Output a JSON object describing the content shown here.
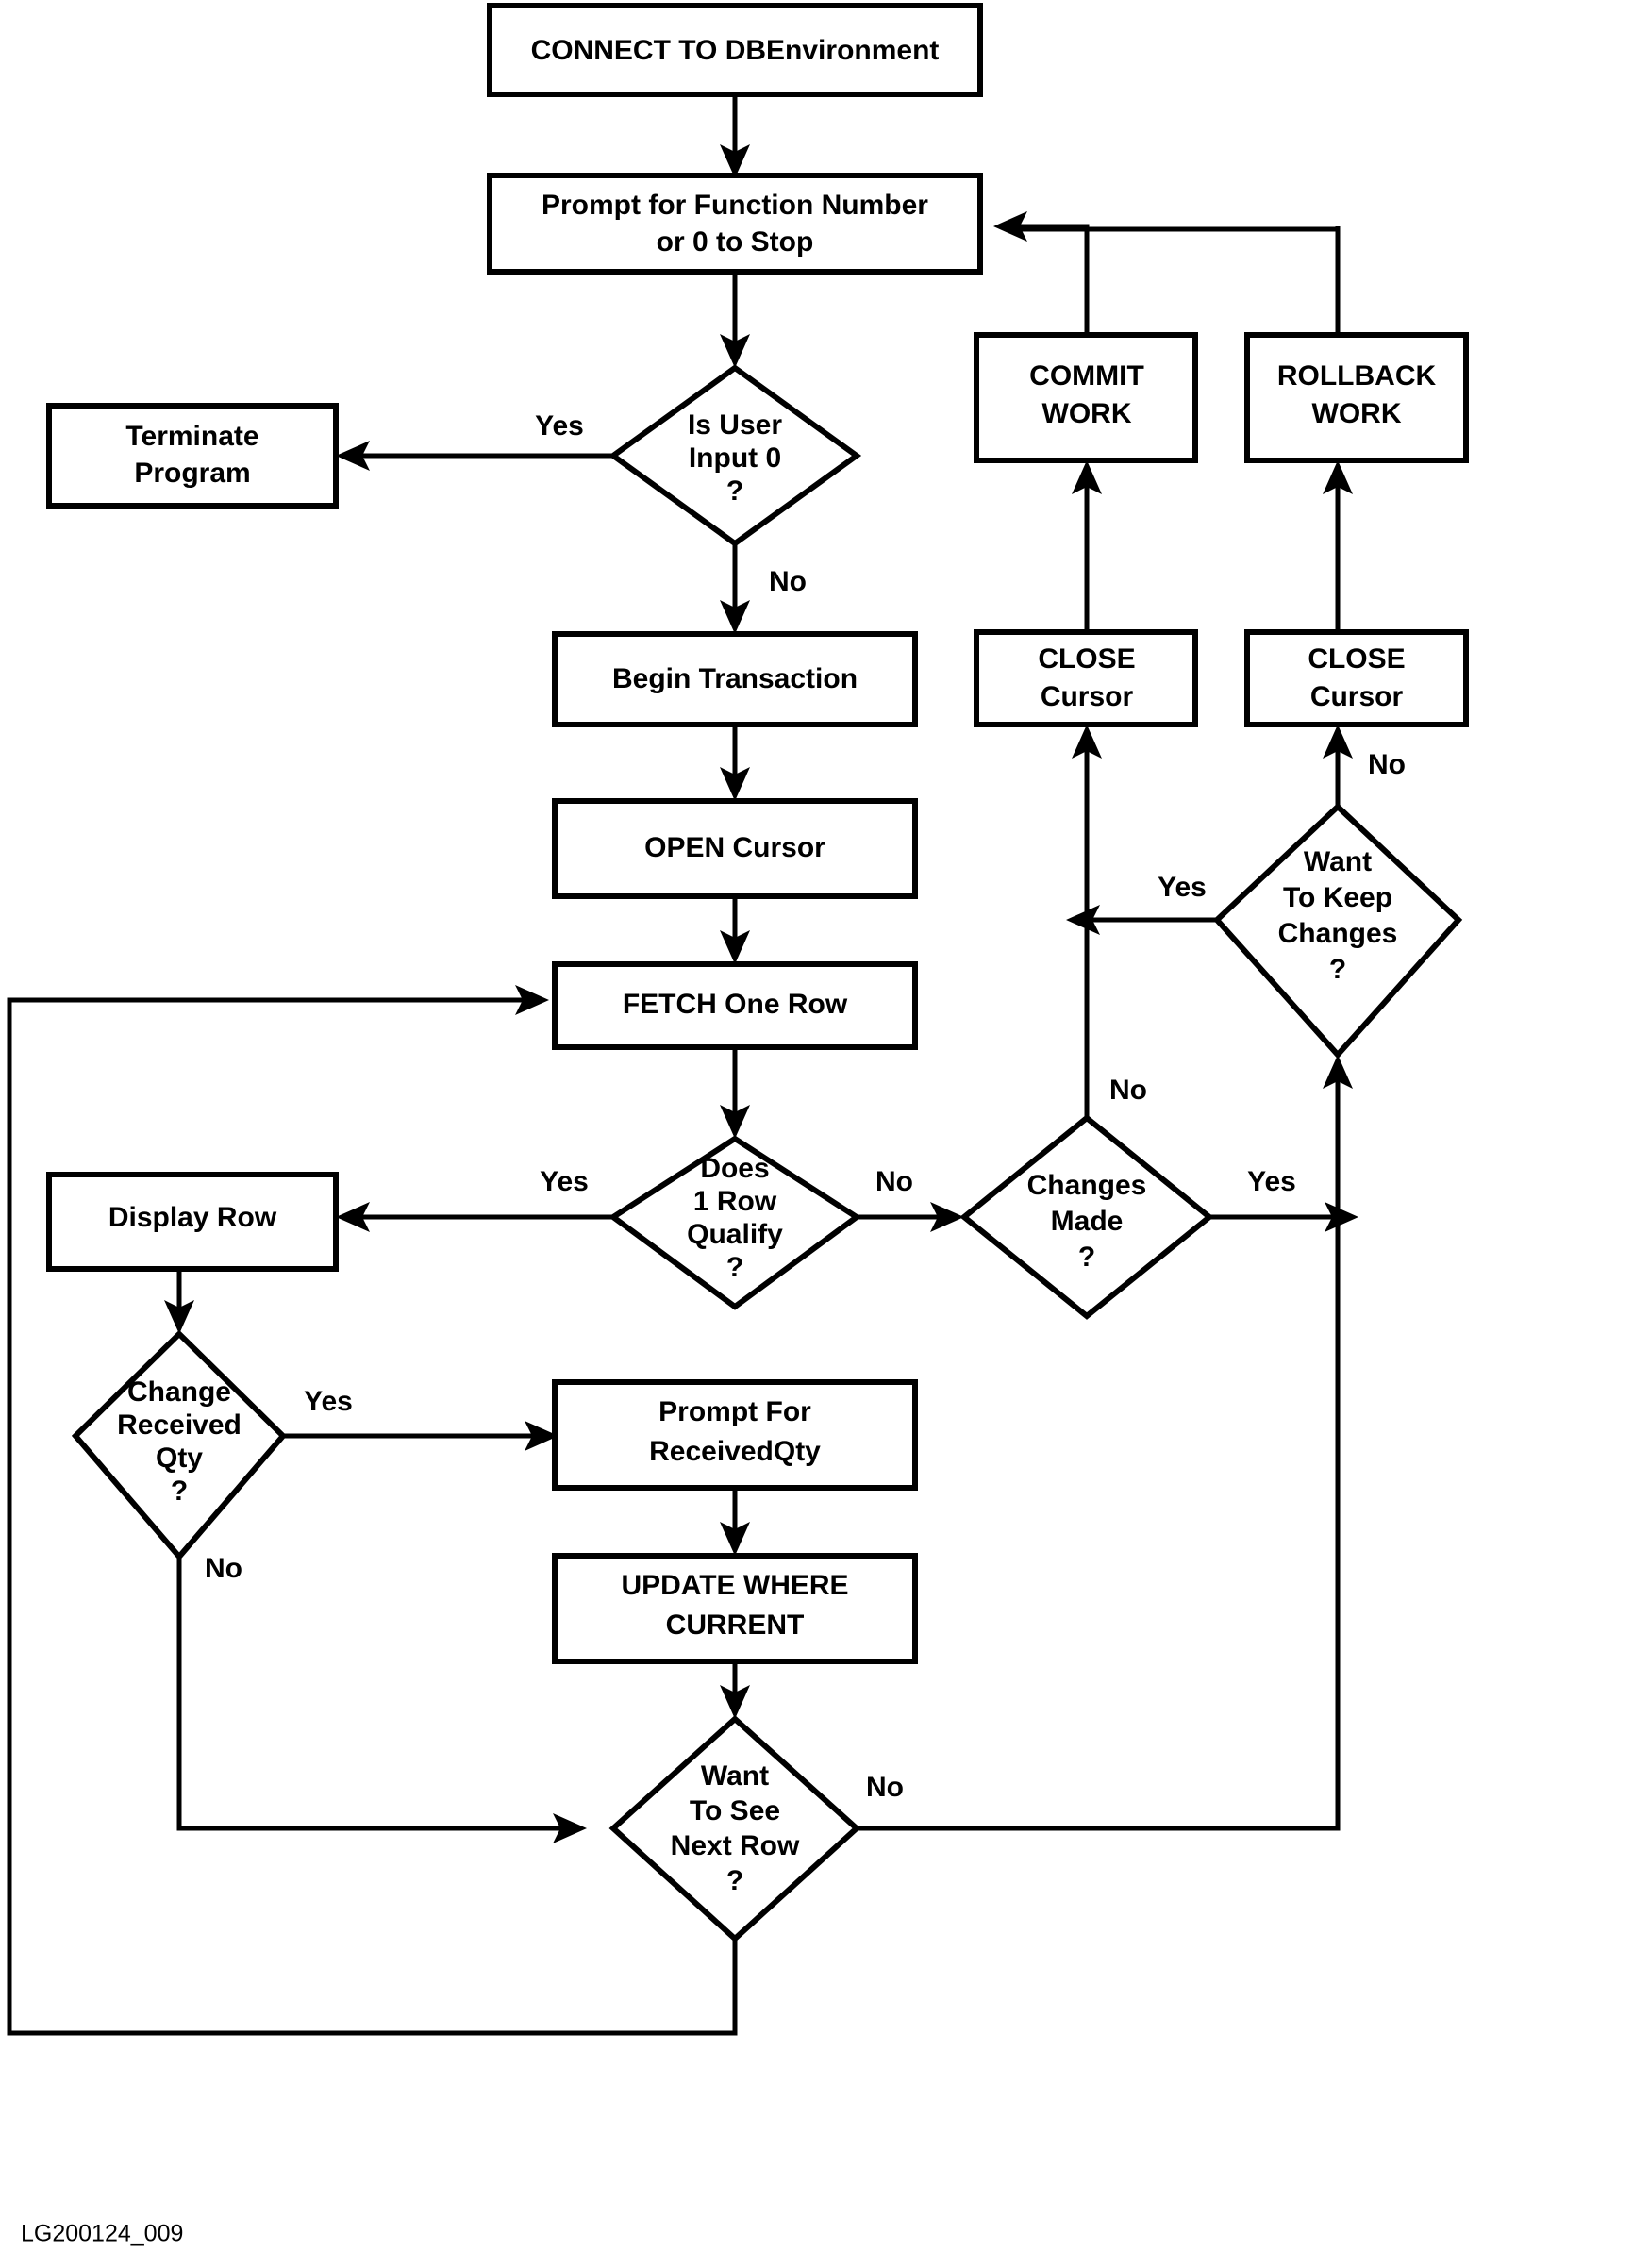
{
  "figure": {
    "caption": "LG200124_009",
    "title": "Flowchart: cursor-based row update program with transaction control"
  },
  "colors": {
    "stroke": "#000000",
    "fill": "#ffffff",
    "text": "#000000"
  },
  "nodes": [
    {
      "id": "connect",
      "type": "process",
      "lines": [
        "CONNECT TO DBEnvironment"
      ]
    },
    {
      "id": "prompt_func",
      "type": "process",
      "lines": [
        "Prompt for Function Number",
        "or 0 to Stop"
      ]
    },
    {
      "id": "is_user_input0",
      "type": "decision",
      "lines": [
        "Is User",
        "Input 0",
        "?"
      ]
    },
    {
      "id": "terminate",
      "type": "process",
      "lines": [
        "Terminate",
        "Program"
      ]
    },
    {
      "id": "begin_txn",
      "type": "process",
      "lines": [
        "Begin Transaction"
      ]
    },
    {
      "id": "open_cursor",
      "type": "process",
      "lines": [
        "OPEN Cursor"
      ]
    },
    {
      "id": "fetch_row",
      "type": "process",
      "lines": [
        "FETCH One Row"
      ]
    },
    {
      "id": "row_qualify",
      "type": "decision",
      "lines": [
        "Does",
        "1 Row",
        "Qualify",
        "?"
      ]
    },
    {
      "id": "display_row",
      "type": "process",
      "lines": [
        "Display Row"
      ]
    },
    {
      "id": "change_qty",
      "type": "decision",
      "lines": [
        "Change",
        "Received",
        "Qty",
        "?"
      ]
    },
    {
      "id": "prompt_qty",
      "type": "process",
      "lines": [
        "Prompt For",
        "ReceivedQty"
      ]
    },
    {
      "id": "update_where",
      "type": "process",
      "lines": [
        "UPDATE WHERE",
        "CURRENT"
      ]
    },
    {
      "id": "next_row",
      "type": "decision",
      "lines": [
        "Want",
        "To See",
        "Next Row",
        "?"
      ]
    },
    {
      "id": "changes_made",
      "type": "decision",
      "lines": [
        "Changes",
        "Made",
        "?"
      ]
    },
    {
      "id": "keep_changes",
      "type": "decision",
      "lines": [
        "Want",
        "To Keep",
        "Changes",
        "?"
      ]
    },
    {
      "id": "close_left",
      "type": "process",
      "lines": [
        "CLOSE",
        "Cursor"
      ]
    },
    {
      "id": "close_right",
      "type": "process",
      "lines": [
        "CLOSE",
        "Cursor"
      ]
    },
    {
      "id": "commit_work",
      "type": "process",
      "lines": [
        "COMMIT",
        "WORK"
      ]
    },
    {
      "id": "rollback_work",
      "type": "process",
      "lines": [
        "ROLLBACK",
        "WORK"
      ]
    }
  ],
  "edge_labels": {
    "input0_yes": "Yes",
    "input0_no": "No",
    "qualify_yes": "Yes",
    "qualify_no": "No",
    "changeqty_yes": "Yes",
    "changeqty_no": "No",
    "nextrow_no": "No",
    "changes_no": "No",
    "changes_yes": "Yes",
    "keep_yes": "Yes",
    "keep_no": "No"
  },
  "edges": [
    {
      "from": "connect",
      "to": "prompt_func",
      "label": ""
    },
    {
      "from": "prompt_func",
      "to": "is_user_input0",
      "label": ""
    },
    {
      "from": "is_user_input0",
      "to": "terminate",
      "label": "Yes"
    },
    {
      "from": "is_user_input0",
      "to": "begin_txn",
      "label": "No"
    },
    {
      "from": "begin_txn",
      "to": "open_cursor",
      "label": ""
    },
    {
      "from": "open_cursor",
      "to": "fetch_row",
      "label": ""
    },
    {
      "from": "fetch_row",
      "to": "row_qualify",
      "label": ""
    },
    {
      "from": "row_qualify",
      "to": "display_row",
      "label": "Yes"
    },
    {
      "from": "row_qualify",
      "to": "changes_made",
      "label": "No"
    },
    {
      "from": "display_row",
      "to": "change_qty",
      "label": ""
    },
    {
      "from": "change_qty",
      "to": "prompt_qty",
      "label": "Yes"
    },
    {
      "from": "change_qty",
      "to": "next_row",
      "label": "No"
    },
    {
      "from": "prompt_qty",
      "to": "update_where",
      "label": ""
    },
    {
      "from": "update_where",
      "to": "next_row",
      "label": ""
    },
    {
      "from": "next_row",
      "to": "fetch_row",
      "label": ""
    },
    {
      "from": "next_row",
      "to": "keep_changes",
      "label": "No"
    },
    {
      "from": "changes_made",
      "to": "close_left",
      "label": "No"
    },
    {
      "from": "changes_made",
      "to": "keep_changes",
      "label": "Yes"
    },
    {
      "from": "keep_changes",
      "to": "close_left",
      "label": "Yes"
    },
    {
      "from": "keep_changes",
      "to": "close_right",
      "label": "No"
    },
    {
      "from": "close_left",
      "to": "commit_work",
      "label": ""
    },
    {
      "from": "close_right",
      "to": "rollback_work",
      "label": ""
    },
    {
      "from": "commit_work",
      "to": "prompt_func",
      "label": ""
    },
    {
      "from": "rollback_work",
      "to": "prompt_func",
      "label": ""
    }
  ]
}
